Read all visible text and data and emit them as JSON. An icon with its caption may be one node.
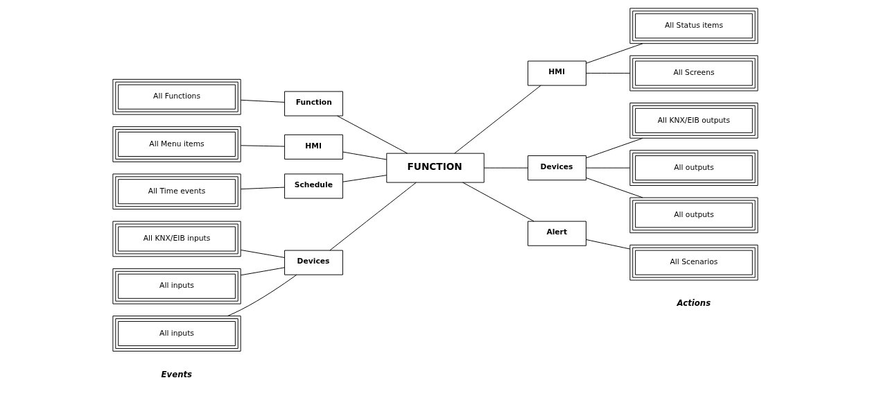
{
  "diagram": {
    "nodes": [
      {
        "text": [
          "All Functions"
        ]
      },
      {
        "text": [
          "Function"
        ]
      },
      {
        "text": [
          "All Menu items"
        ]
      },
      {
        "text": [
          "HMI"
        ]
      },
      {
        "text": [
          "All Time events"
        ]
      },
      {
        "text": [
          "Schedule"
        ]
      },
      {
        "text": [
          "All KNX/EIB inputs"
        ]
      },
      {
        "text": [
          "All inputs"
        ]
      },
      {
        "text": [
          "All inputs"
        ]
      },
      {
        "text": [
          "Devices"
        ]
      },
      {
        "text": [
          "FUNCTION"
        ]
      },
      {
        "text": [
          "HMI"
        ]
      },
      {
        "text": [
          "All Status items"
        ]
      },
      {
        "text": [
          "All Screens"
        ]
      },
      {
        "text": [
          "Devices"
        ]
      },
      {
        "text": [
          "All KNX/EIB outputs"
        ]
      },
      {
        "text": [
          "All outputs"
        ]
      },
      {
        "text": [
          "All outputs"
        ]
      },
      {
        "text": [
          "Alert"
        ]
      },
      {
        "text": [
          "All Scenarios"
        ]
      }
    ],
    "edges": [
      {
        "from": 0,
        "to": 1,
        "arrow": "none"
      },
      {
        "from": 2,
        "to": 3,
        "arrow": "none"
      },
      {
        "from": 4,
        "to": 5,
        "arrow": "none"
      },
      {
        "from": 6,
        "to": 9,
        "arrow": "none"
      },
      {
        "from": 7,
        "to": 9,
        "arrow": "none"
      },
      {
        "from": 8,
        "to": 9,
        "arrow": "none"
      },
      {
        "from": 1,
        "to": 10,
        "arrow": "none"
      },
      {
        "from": 3,
        "to": 10,
        "arrow": "none"
      },
      {
        "from": 5,
        "to": 10,
        "arrow": "none"
      },
      {
        "from": 9,
        "to": 10,
        "arrow": "none"
      },
      {
        "from": 10,
        "to": 11,
        "arrow": "none"
      },
      {
        "from": 10,
        "to": 14,
        "arrow": "none"
      },
      {
        "from": 10,
        "to": 18,
        "arrow": "none"
      },
      {
        "from": 11,
        "to": 12,
        "arrow": "none"
      },
      {
        "from": 11,
        "to": 13,
        "arrow": "none"
      },
      {
        "from": 14,
        "to": 15,
        "arrow": "none"
      },
      {
        "from": 14,
        "to": 16,
        "arrow": "none"
      },
      {
        "from": 14,
        "to": 17,
        "arrow": "none"
      },
      {
        "from": 18,
        "to": 19,
        "arrow": "none"
      }
    ],
    "labels": [
      "Events",
      "Actions"
    ]
  }
}
